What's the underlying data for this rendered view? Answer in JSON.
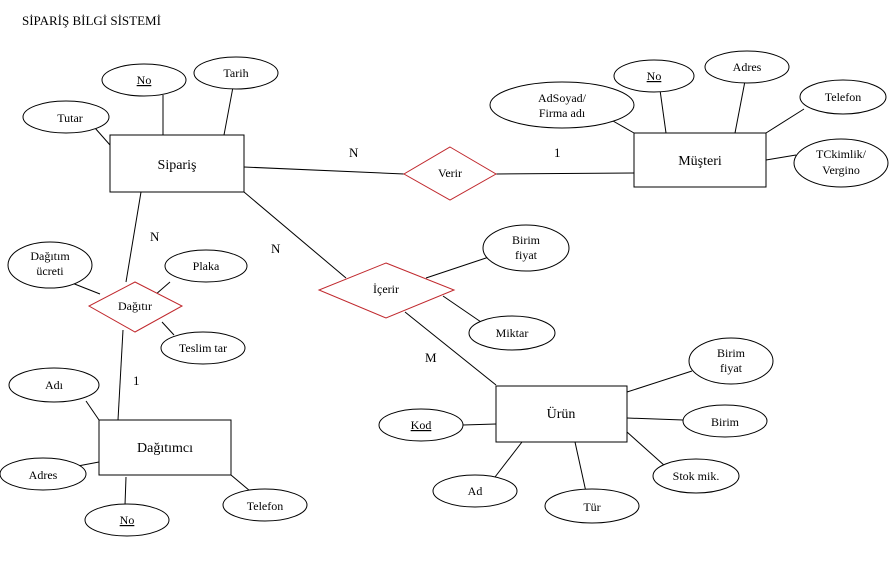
{
  "title": "SİPARİŞ BİLGİ SİSTEMİ",
  "entities": {
    "siparis": "Sipariş",
    "musteri": "Müşteri",
    "dagitimci": "Dağıtımcı",
    "urun": "Ürün"
  },
  "relationships": {
    "verir": "Verir",
    "icerir": "İçerir",
    "dagitir": "Dağıtır"
  },
  "attributes": {
    "siparis_no": "No",
    "siparis_tarih": "Tarih",
    "siparis_tutar": "Tutar",
    "musteri_adsoyad_1": "AdSoyad/",
    "musteri_adsoyad_2": "Firma adı",
    "musteri_no": "No",
    "musteri_adres": "Adres",
    "musteri_telefon": "Telefon",
    "musteri_tckimlik_1": "TCkimlik/",
    "musteri_tckimlik_2": "Vergino",
    "icerir_birim_fiyat_1": "Birim",
    "icerir_birim_fiyat_2": "fiyat",
    "icerir_miktar": "Miktar",
    "dagitir_ucret_1": "Dağıtım",
    "dagitir_ucret_2": "ücreti",
    "dagitir_plaka": "Plaka",
    "dagitir_teslim": "Teslim tar",
    "dagitimci_adi": "Adı",
    "dagitimci_adres": "Adres",
    "dagitimci_no": "No",
    "dagitimci_telefon": "Telefon",
    "urun_kod": "Kod",
    "urun_ad": "Ad",
    "urun_tur": "Tür",
    "urun_birim_fiyat_1": "Birim",
    "urun_birim_fiyat_2": "fiyat",
    "urun_birim": "Birim",
    "urun_stok": "Stok mik."
  },
  "cardinalities": {
    "verir_siparis": "N",
    "verir_musteri": "1",
    "icerir_siparis": "N",
    "icerir_urun": "M",
    "dagitir_siparis": "N",
    "dagitir_dagitimci": "1"
  },
  "colors": {
    "relationship_stroke": "#c0282d",
    "line": "#000000"
  }
}
